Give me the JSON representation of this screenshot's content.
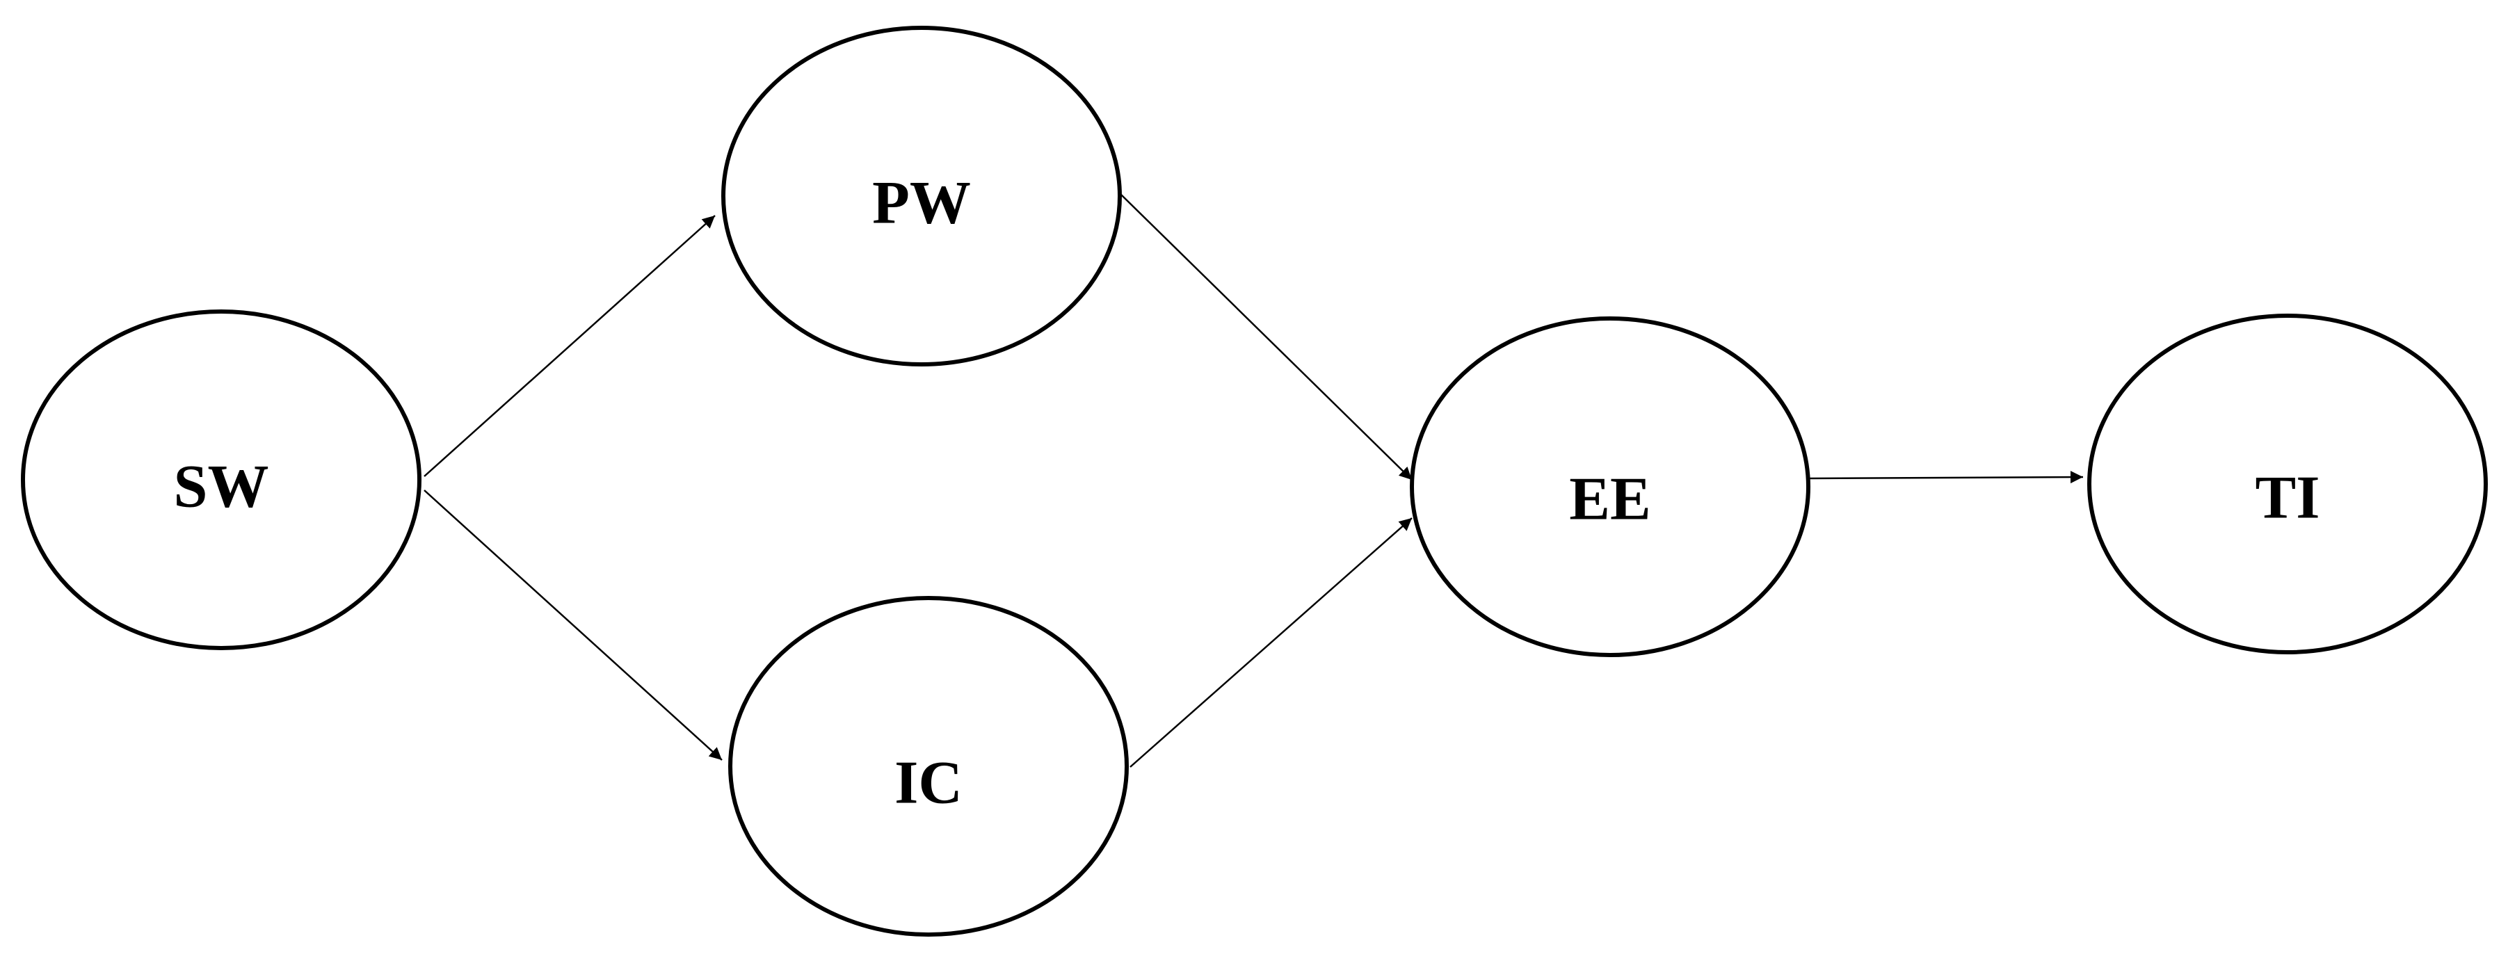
{
  "diagram": {
    "nodes": [
      {
        "id": "SW",
        "label": "SW"
      },
      {
        "id": "PW",
        "label": "PW"
      },
      {
        "id": "IC",
        "label": "IC"
      },
      {
        "id": "EE",
        "label": "EE"
      },
      {
        "id": "TI",
        "label": "TI"
      }
    ],
    "edges": [
      {
        "from": "SW",
        "to": "PW"
      },
      {
        "from": "SW",
        "to": "IC"
      },
      {
        "from": "PW",
        "to": "EE"
      },
      {
        "from": "IC",
        "to": "EE"
      },
      {
        "from": "EE",
        "to": "TI"
      }
    ],
    "colors": {
      "stroke": "#000000",
      "fill": "#ffffff",
      "text": "#000000"
    }
  }
}
